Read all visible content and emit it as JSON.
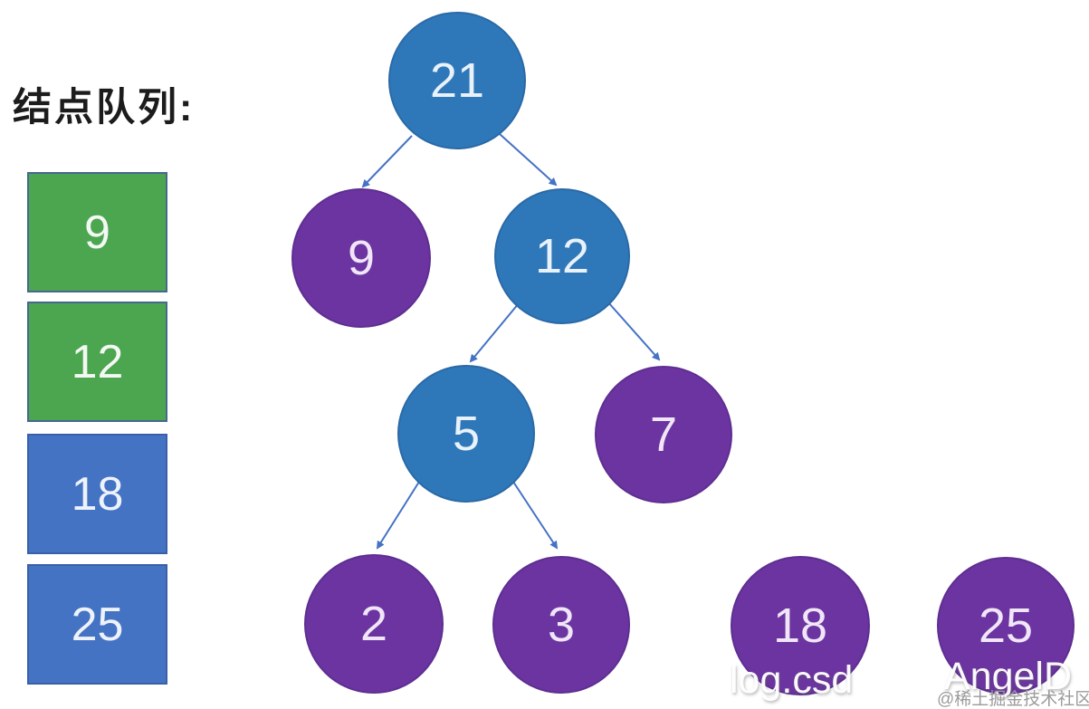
{
  "queue": {
    "title": "结点队列:",
    "items": [
      {
        "label": "9",
        "state": "dequeued",
        "color": "#4ca64f"
      },
      {
        "label": "12",
        "state": "dequeued",
        "color": "#4ca64f"
      },
      {
        "label": "18",
        "state": "queued",
        "color": "#4573c4"
      },
      {
        "label": "25",
        "state": "queued",
        "color": "#4573c4"
      }
    ]
  },
  "tree": {
    "nodes": [
      {
        "id": "21",
        "label": "21",
        "color": "#2e78ba",
        "level": 1
      },
      {
        "id": "9",
        "label": "9",
        "color": "#6c34a1",
        "level": 2
      },
      {
        "id": "12",
        "label": "12",
        "color": "#2e78ba",
        "level": 2
      },
      {
        "id": "5",
        "label": "5",
        "color": "#2e78ba",
        "level": 3
      },
      {
        "id": "7",
        "label": "7",
        "color": "#6c34a1",
        "level": 3
      },
      {
        "id": "2",
        "label": "2",
        "color": "#6c34a1",
        "level": 4
      },
      {
        "id": "3",
        "label": "3",
        "color": "#6c34a1",
        "level": 4
      },
      {
        "id": "18",
        "label": "18",
        "color": "#6c34a1",
        "level": 4
      },
      {
        "id": "25",
        "label": "25",
        "color": "#6c34a1",
        "level": 4
      }
    ],
    "edges": [
      {
        "from": "21",
        "to": "9"
      },
      {
        "from": "21",
        "to": "12"
      },
      {
        "from": "12",
        "to": "5"
      },
      {
        "from": "12",
        "to": "7"
      },
      {
        "from": "5",
        "to": "2"
      },
      {
        "from": "5",
        "to": "3"
      }
    ]
  },
  "watermarks": {
    "csdn_fragment": "log.csd",
    "author_fragment": "AngelD",
    "community": "@稀土掘金技术社区"
  },
  "palette": {
    "node_blue": "#2e78ba",
    "node_purple": "#6c34a1",
    "queue_green": "#4ca64f",
    "queue_blue": "#4573c4",
    "arrow_blue": "#4472c4",
    "title_black": "#1c1c1c",
    "watermark_gray": "#9b9b9b"
  }
}
